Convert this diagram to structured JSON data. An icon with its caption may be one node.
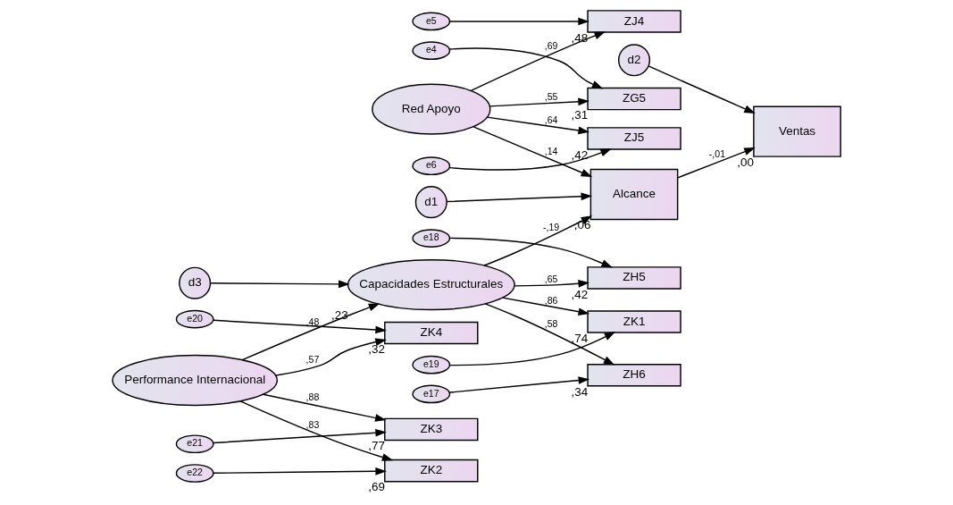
{
  "diagram": {
    "nodes": [
      {
        "text": [
          "d1"
        ]
      },
      {
        "text": [
          "Alcance"
        ],
        "beside": [
          ",06"
        ]
      },
      {
        "text": [
          "Red Apoyo"
        ]
      },
      {
        "text": [
          "ZG5"
        ],
        "beside": [
          ",31"
        ]
      },
      {
        "text": [
          "e4"
        ]
      },
      {
        "text": [
          "ZJ4"
        ],
        "beside": [
          ",48"
        ]
      },
      {
        "text": [
          "e5"
        ]
      },
      {
        "text": [
          "ZJ5"
        ],
        "beside": [
          ",42"
        ]
      },
      {
        "text": [
          "e6"
        ]
      },
      {
        "text": [
          "d3"
        ]
      },
      {
        "text": [
          "Capacidades Estructurales"
        ],
        "beside": [
          ",23"
        ]
      },
      {
        "text": [
          "ZH6"
        ],
        "beside": [
          ",34"
        ]
      },
      {
        "text": [
          "e17"
        ]
      },
      {
        "text": [
          "d2"
        ]
      },
      {
        "text": [
          "ZH5"
        ],
        "beside": [
          ",42"
        ]
      },
      {
        "text": [
          "e18"
        ]
      },
      {
        "text": [
          "ZK1"
        ],
        "beside": [
          ",74"
        ]
      },
      {
        "text": [
          "e19"
        ]
      },
      {
        "text": [
          "Ventas"
        ],
        "beside": [
          ",00"
        ]
      },
      {
        "text": [
          "ZK4"
        ],
        "beside": [
          ",32"
        ]
      },
      {
        "text": [
          "e20"
        ]
      },
      {
        "text": [
          "Performance Internacional"
        ]
      },
      {
        "text": [
          "ZK3"
        ],
        "beside": [
          ",77"
        ]
      },
      {
        "text": [
          "e21"
        ]
      },
      {
        "text": [
          "ZK2"
        ],
        "beside": [
          ",69"
        ]
      },
      {
        "text": [
          "e22"
        ]
      }
    ],
    "edges": [
      {
        "from": 0,
        "to": 1,
        "arrow": "to"
      },
      {
        "from": 2,
        "to": 1,
        "arrow": "to",
        "label": ",14"
      },
      {
        "from": 2,
        "to": 3,
        "arrow": "to",
        "label": ",55"
      },
      {
        "from": 2,
        "to": 5,
        "arrow": "to",
        "label": ",69"
      },
      {
        "from": 2,
        "to": 7,
        "arrow": "to",
        "label": ",64"
      },
      {
        "from": 4,
        "to": 3,
        "arrow": "to"
      },
      {
        "from": 6,
        "to": 5,
        "arrow": "to"
      },
      {
        "from": 8,
        "to": 7,
        "arrow": "to"
      },
      {
        "from": 10,
        "to": 1,
        "arrow": "to",
        "label": "-,19"
      },
      {
        "from": 9,
        "to": 10,
        "arrow": "to"
      },
      {
        "from": 10,
        "to": 11,
        "arrow": "to",
        "label": ",58"
      },
      {
        "from": 10,
        "to": 14,
        "arrow": "to",
        "label": ",65"
      },
      {
        "from": 10,
        "to": 16,
        "arrow": "to",
        "label": ",86"
      },
      {
        "from": 12,
        "to": 11,
        "arrow": "to"
      },
      {
        "from": 15,
        "to": 14,
        "arrow": "to"
      },
      {
        "from": 17,
        "to": 16,
        "arrow": "to"
      },
      {
        "from": 1,
        "to": 18,
        "arrow": "to",
        "label": "-,01"
      },
      {
        "from": 13,
        "to": 18,
        "arrow": "to"
      },
      {
        "from": 21,
        "to": 10,
        "arrow": "to",
        "label": ",48"
      },
      {
        "from": 21,
        "to": 19,
        "arrow": "to",
        "label": ",57"
      },
      {
        "from": 21,
        "to": 22,
        "arrow": "to",
        "label": ",88"
      },
      {
        "from": 21,
        "to": 24,
        "arrow": "to",
        "label": ",83"
      },
      {
        "from": 20,
        "to": 19,
        "arrow": "to"
      },
      {
        "from": 23,
        "to": 22,
        "arrow": "to"
      },
      {
        "from": 25,
        "to": 24,
        "arrow": "to"
      }
    ]
  }
}
